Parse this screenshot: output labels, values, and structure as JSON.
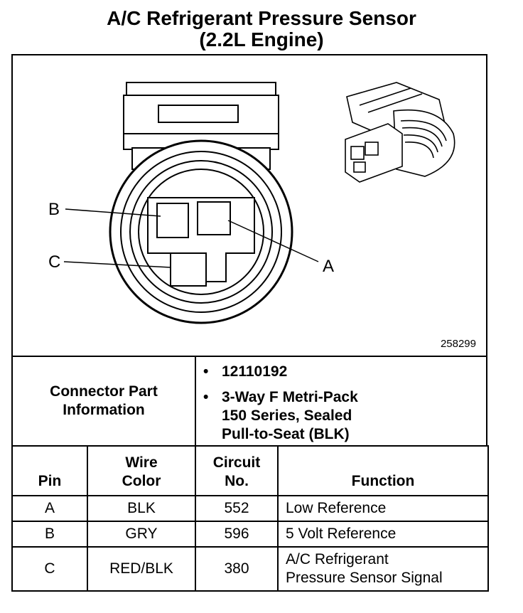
{
  "title": {
    "line1": "A/C Refrigerant Pressure Sensor",
    "line2": "(2.2L Engine)"
  },
  "diagram": {
    "pin_labels": [
      "A",
      "B",
      "C"
    ],
    "figure_number": "258299"
  },
  "connector_info": {
    "heading_line1": "Connector Part",
    "heading_line2": "Information",
    "bullets": [
      {
        "lines": [
          "12110192"
        ]
      },
      {
        "lines": [
          "3-Way F Metri-Pack",
          "150 Series, Sealed",
          "Pull-to-Seat (BLK)"
        ]
      }
    ]
  },
  "pin_table": {
    "headers": {
      "pin": "Pin",
      "wire_color_1": "Wire",
      "wire_color_2": "Color",
      "circuit_1": "Circuit",
      "circuit_2": "No.",
      "function": "Function"
    },
    "rows": [
      {
        "pin": "A",
        "wire": "BLK",
        "circuit": "552",
        "function_1": "Low Reference",
        "function_2": ""
      },
      {
        "pin": "B",
        "wire": "GRY",
        "circuit": "596",
        "function_1": "5 Volt Reference",
        "function_2": ""
      },
      {
        "pin": "C",
        "wire": "RED/BLK",
        "circuit": "380",
        "function_1": "A/C Refrigerant",
        "function_2": "Pressure Sensor Signal"
      }
    ]
  }
}
